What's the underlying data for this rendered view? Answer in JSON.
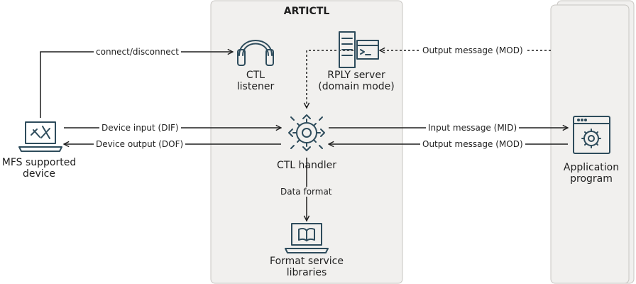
{
  "container": {
    "title": "ARTICTL"
  },
  "nodes": {
    "device": "MFS supported device",
    "listener": "CTL listener",
    "rply": "RPLY server (domain mode)",
    "handler": "CTL handler",
    "format_libs": "Format service libraries",
    "app": "Application program"
  },
  "edges": {
    "connect": "connect/disconnect",
    "dif": "Device input (DIF)",
    "dof": "Device output (DOF)",
    "data_format": "Data format",
    "mid": "Input message (MID)",
    "mod_app": "Output message (MOD)",
    "mod_rply": "Output message (MOD)"
  },
  "icons": {
    "device": "laptop-tools-icon",
    "listener": "headphones-icon",
    "rply": "server-terminal-icon",
    "handler": "gear-arrows-icon",
    "format_libs": "laptop-book-icon",
    "app": "window-gear-icon"
  },
  "colors": {
    "icon": "#2e4c5c",
    "line": "#1f1f1f",
    "panel": "#f1f0ee",
    "panel_border": "#c8c6c2"
  }
}
